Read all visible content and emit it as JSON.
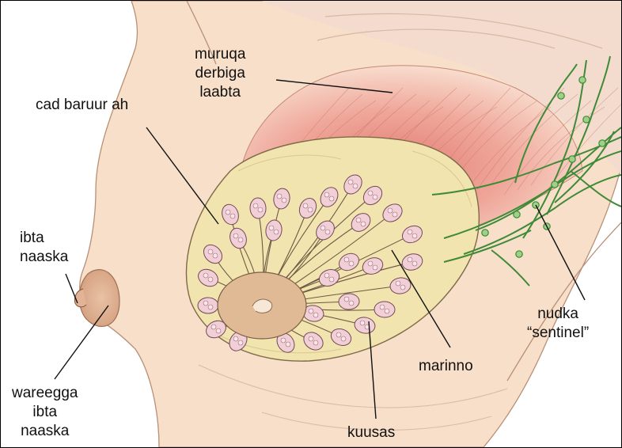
{
  "labels": {
    "pectoral_muscle": [
      "muruqa",
      "derbiga",
      "laabta"
    ],
    "fatty_tissue": [
      "cad baruur ah"
    ],
    "nipple": [
      "ibta",
      "naaska"
    ],
    "areola": [
      "wareegga",
      "ibta",
      "naaska"
    ],
    "ducts": [
      "marinno"
    ],
    "lobules": [
      "kuusas"
    ],
    "sentinel_node": [
      "nudka",
      "“sentinel”"
    ]
  },
  "colors": {
    "skin": "#f6dcc4",
    "skin_shadow": "#e9bf9f",
    "fat": "#f1e4ad",
    "muscle": "#e58a7d",
    "lobule": "#f2cfd7",
    "lymph": "#3f8a37",
    "areola": "#dcae8c"
  }
}
